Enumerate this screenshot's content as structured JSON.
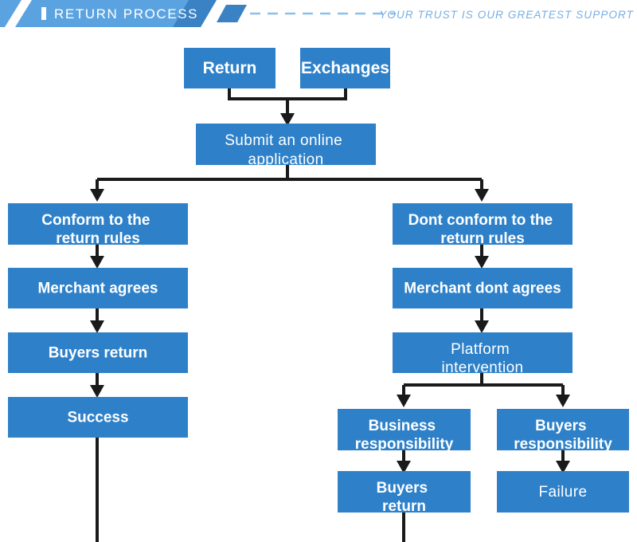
{
  "header": {
    "title": "RETURN PROCESS",
    "tagline": "YOUR TRUST IS OUR GREATEST SUPPORT",
    "bar_color": "#5ba3e0",
    "bar_accent_color": "#3b82c4",
    "title_color": "#ffffff",
    "tagline_color": "#77aee2",
    "dash_color": "#8cc0ea",
    "marker": "vertical-bar-marker"
  },
  "theme": {
    "node_fill": "#2e81c9",
    "node_text": "#ffffff",
    "connector": "#1a1a1a",
    "background": "#ffffff"
  },
  "flow": {
    "nodes": [
      {
        "id": "return",
        "label": "Return",
        "lines": [
          "Return"
        ],
        "style": "bold"
      },
      {
        "id": "exchanges",
        "label": "Exchanges",
        "lines": [
          "Exchanges"
        ],
        "style": "bold"
      },
      {
        "id": "submit",
        "label": "Submit an online application",
        "lines": [
          "Submit an online",
          "application"
        ],
        "style": "light"
      },
      {
        "id": "conform",
        "label": "Conform to the return rules",
        "lines": [
          "Conform to the",
          "return rules"
        ],
        "style": "bold"
      },
      {
        "id": "merchant-agrees",
        "label": "Merchant agrees",
        "lines": [
          "Merchant agrees"
        ],
        "style": "bold"
      },
      {
        "id": "buyers-return-left",
        "label": "Buyers return",
        "lines": [
          "Buyers return"
        ],
        "style": "bold"
      },
      {
        "id": "success",
        "label": "Success",
        "lines": [
          "Success"
        ],
        "style": "bold"
      },
      {
        "id": "dont-conform",
        "label": "Dont conform to the return rules",
        "lines": [
          "Dont conform to the",
          "return rules"
        ],
        "style": "bold"
      },
      {
        "id": "merchant-dont",
        "label": "Merchant dont agrees",
        "lines": [
          "Merchant dont agrees"
        ],
        "style": "bold"
      },
      {
        "id": "platform",
        "label": "Platform intervention",
        "lines": [
          "Platform",
          "intervention"
        ],
        "style": "light"
      },
      {
        "id": "business-resp",
        "label": "Business responsibility",
        "lines": [
          "Business",
          "responsibility"
        ],
        "style": "bold"
      },
      {
        "id": "buyers-resp",
        "label": "Buyers responsibility",
        "lines": [
          "Buyers",
          "responsibility"
        ],
        "style": "bold"
      },
      {
        "id": "buyers-return-bot",
        "label": "Buyers return",
        "lines": [
          "Buyers",
          "return"
        ],
        "style": "bold"
      },
      {
        "id": "failure",
        "label": "Failure",
        "lines": [
          "Failure"
        ],
        "style": "light"
      }
    ],
    "edges": [
      {
        "from": "return",
        "to": "submit"
      },
      {
        "from": "exchanges",
        "to": "submit"
      },
      {
        "from": "submit",
        "to": "conform"
      },
      {
        "from": "submit",
        "to": "dont-conform"
      },
      {
        "from": "conform",
        "to": "merchant-agrees"
      },
      {
        "from": "merchant-agrees",
        "to": "buyers-return-left"
      },
      {
        "from": "buyers-return-left",
        "to": "success"
      },
      {
        "from": "dont-conform",
        "to": "merchant-dont"
      },
      {
        "from": "merchant-dont",
        "to": "platform"
      },
      {
        "from": "platform",
        "to": "business-resp"
      },
      {
        "from": "platform",
        "to": "buyers-resp"
      },
      {
        "from": "business-resp",
        "to": "buyers-return-bot"
      },
      {
        "from": "buyers-resp",
        "to": "failure"
      },
      {
        "from": "buyers-return-bot",
        "to": "success"
      }
    ]
  }
}
